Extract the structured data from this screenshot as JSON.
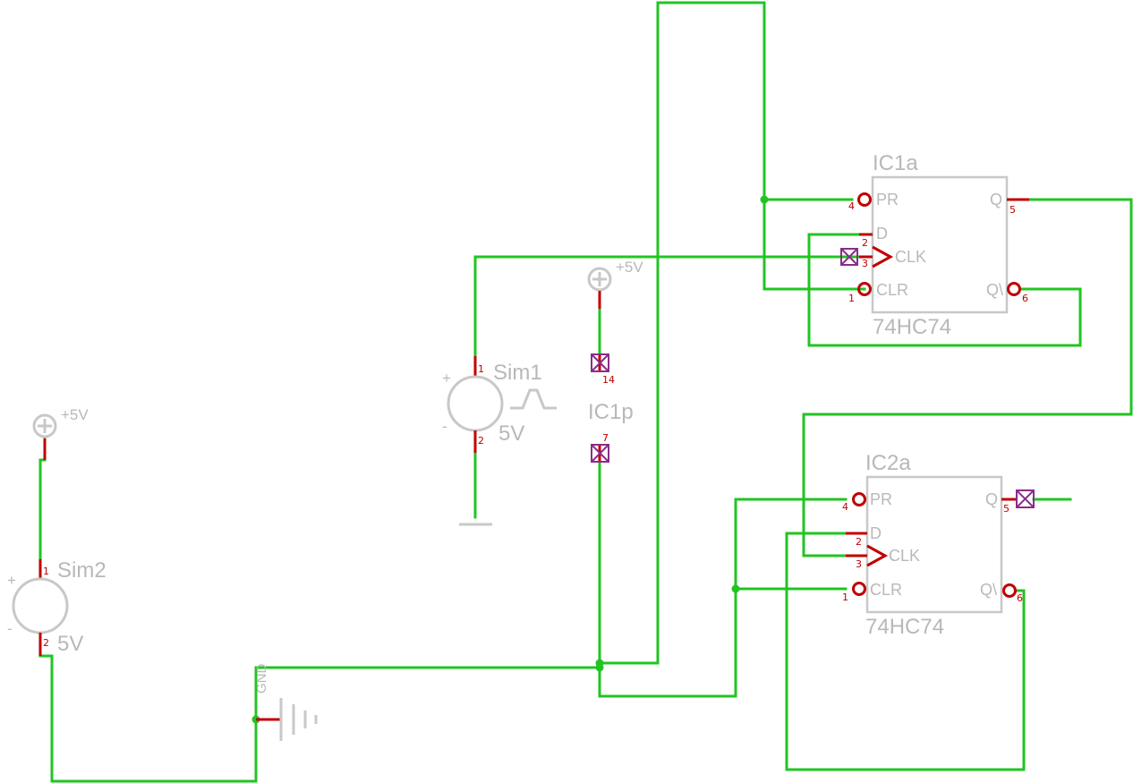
{
  "title": "",
  "ic1a": {
    "ref": "IC1a",
    "value": "74HC74",
    "pins": {
      "pr": "PR",
      "d": "D",
      "clk": "CLK",
      "clr": "CLR",
      "q": "Q",
      "qn": "Q\\"
    },
    "nums": {
      "pr": "4",
      "d": "2",
      "clk": "3",
      "clr": "1",
      "q": "5",
      "qn": "6"
    }
  },
  "ic2a": {
    "ref": "IC2a",
    "value": "74HC74",
    "pins": {
      "pr": "PR",
      "d": "D",
      "clk": "CLK",
      "clr": "CLR",
      "q": "Q",
      "qn": "Q\\"
    },
    "nums": {
      "pr": "4",
      "d": "2",
      "clk": "3",
      "clr": "1",
      "q": "5",
      "qn": "6"
    }
  },
  "ic1p": {
    "ref": "IC1p",
    "pin_vcc": "14",
    "pin_gnd": "7"
  },
  "sim1": {
    "ref": "Sim1",
    "value": "5V",
    "pin1": "1",
    "pin2": "2",
    "plus": "+",
    "minus": "-"
  },
  "sim2": {
    "ref": "Sim2",
    "value": "5V",
    "pin1": "1",
    "pin2": "2",
    "plus": "+",
    "minus": "-"
  },
  "supply_top": {
    "label": "+5V"
  },
  "supply_left": {
    "label": "+5V"
  },
  "ground": {
    "label": "GND"
  },
  "colors": {
    "wire": "#22c422",
    "pin": "#c00000",
    "symbol": "#c8c8c8",
    "no_connect": "#8a2c8a"
  }
}
